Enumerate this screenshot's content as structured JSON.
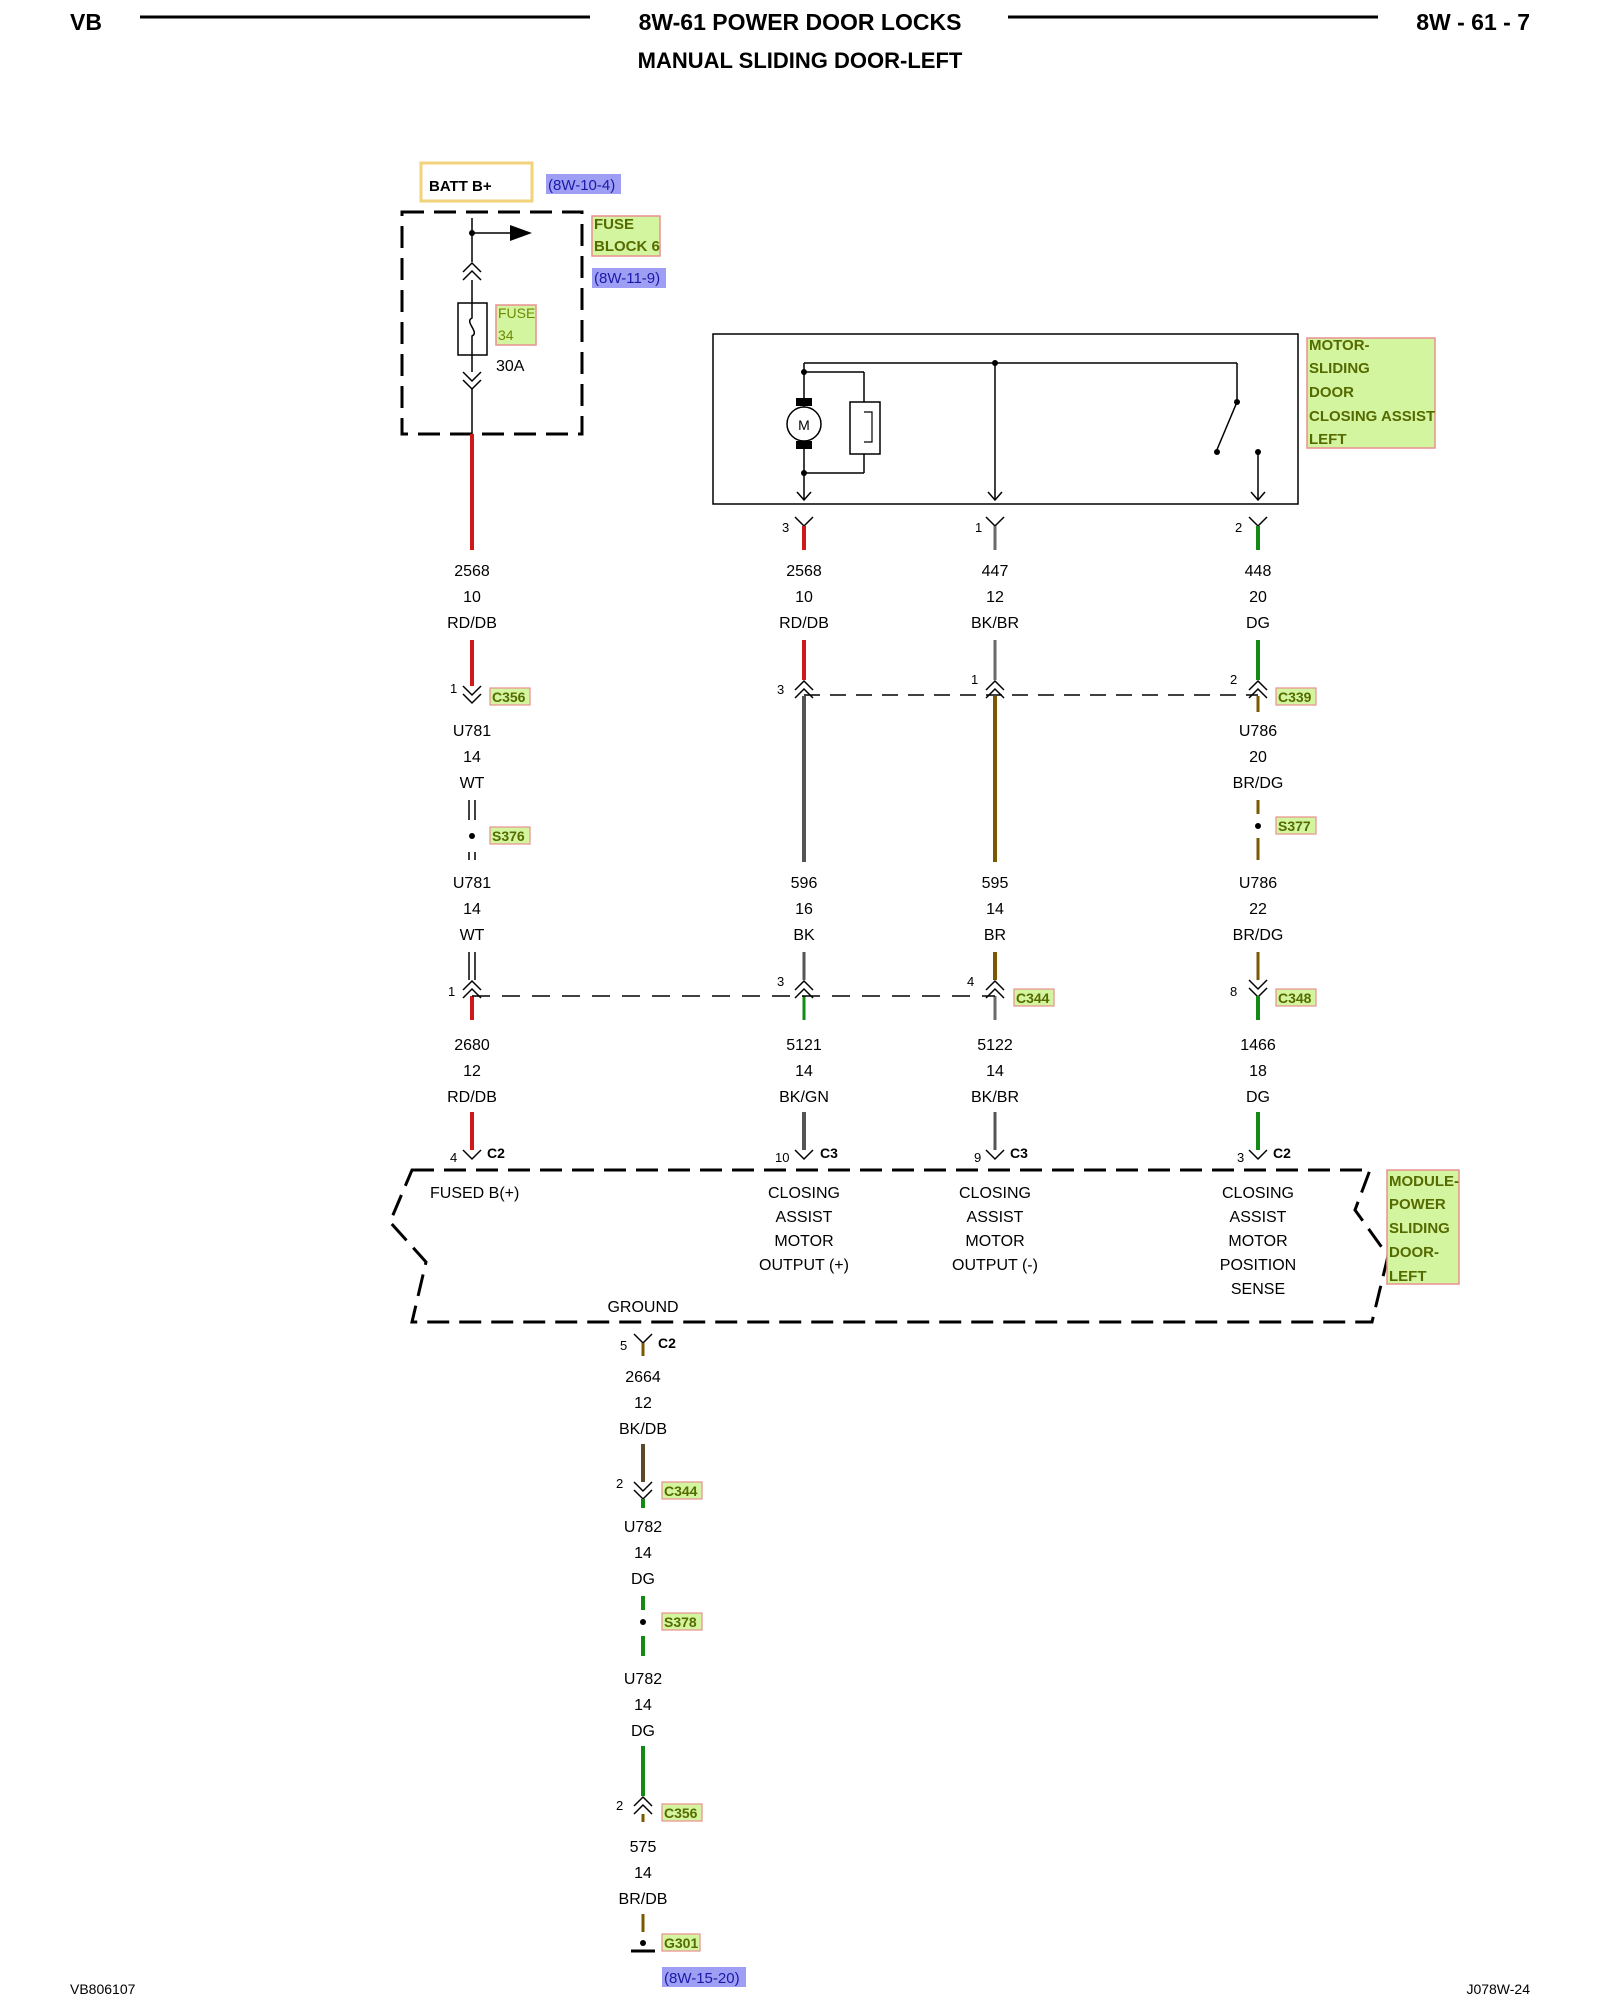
{
  "header": {
    "left": "VB",
    "title": "8W-61 POWER DOOR LOCKS",
    "page": "8W - 61 - 7",
    "subtitle": "MANUAL SLIDING DOOR-LEFT"
  },
  "footer": {
    "left": "VB806107",
    "right": "J078W-24"
  },
  "colors": {
    "red": "#d01818",
    "black": "#333333",
    "green": "#138a13",
    "brown": "#7a5a00",
    "gray": "#6a6a6a",
    "label_bg": "#d4f5a0",
    "label_border": "#e89090",
    "xref_bg": "#9e9ef5",
    "batt_border": "#f2d27a"
  },
  "batt": {
    "label": "BATT B+",
    "xref": "(8W-10-4)"
  },
  "fuse_block": {
    "line1": "FUSE",
    "line2": "BLOCK 6",
    "xref": "(8W-11-9)",
    "fuse_label_1": "FUSE",
    "fuse_label_2": "34",
    "rating": "30A"
  },
  "motor": {
    "lines": [
      "MOTOR-",
      "SLIDING",
      "DOOR",
      "CLOSING ASSIST",
      "LEFT"
    ],
    "symbol": "M"
  },
  "motor_pins": [
    "3",
    "1",
    "2"
  ],
  "module": {
    "lines": [
      "MODULE-",
      "POWER",
      "SLIDING",
      "DOOR-",
      "LEFT"
    ],
    "fused": "FUSED B(+)",
    "out_pos": [
      "CLOSING",
      "ASSIST",
      "MOTOR",
      "OUTPUT (+)"
    ],
    "out_neg": [
      "CLOSING",
      "ASSIST",
      "MOTOR",
      "OUTPUT (-)"
    ],
    "sense": [
      "CLOSING",
      "ASSIST",
      "MOTOR",
      "POSITION",
      "SENSE"
    ],
    "ground": "GROUND"
  },
  "wires": {
    "c1_top": [
      "2568",
      "10",
      "RD/DB"
    ],
    "c2_top": [
      "2568",
      "10",
      "RD/DB"
    ],
    "c3_top": [
      "447",
      "12",
      "BK/BR"
    ],
    "c4_top": [
      "448",
      "20",
      "DG"
    ],
    "c1_mid1": [
      "U781",
      "14",
      "WT"
    ],
    "c4_mid1": [
      "U786",
      "20",
      "BR/DG"
    ],
    "c1_mid2": [
      "U781",
      "14",
      "WT"
    ],
    "c2_mid2": [
      "596",
      "16",
      "BK"
    ],
    "c3_mid2": [
      "595",
      "14",
      "BR"
    ],
    "c4_mid2": [
      "U786",
      "22",
      "BR/DG"
    ],
    "c1_bot": [
      "2680",
      "12",
      "RD/DB"
    ],
    "c2_bot": [
      "5121",
      "14",
      "BK/GN"
    ],
    "c3_bot": [
      "5122",
      "14",
      "BK/BR"
    ],
    "c4_bot": [
      "1466",
      "18",
      "DG"
    ],
    "g_1": [
      "2664",
      "12",
      "BK/DB"
    ],
    "g_2": [
      "U782",
      "14",
      "DG"
    ],
    "g_3": [
      "U782",
      "14",
      "DG"
    ],
    "g_4": [
      "575",
      "14",
      "BR/DB"
    ]
  },
  "connectors": {
    "c356": "C356",
    "c339": "C339",
    "s376": "S376",
    "s377": "S377",
    "c344": "C344",
    "c348": "C348",
    "c356_pin": "1",
    "c339_pin_a": "3",
    "c339_pin_b": "1",
    "c339_pin_c": "2",
    "c344_pin_a": "1",
    "c344_pin_b": "3",
    "c344_pin_c": "4",
    "c348_pin": "8",
    "mod_c2": "C2",
    "mod_c3": "C3",
    "mod_pin_a": "4",
    "mod_pin_b": "10",
    "mod_pin_c": "9",
    "mod_pin_d": "3",
    "gnd_pin": "5",
    "gnd_conn": "C2",
    "g_c344_pin": "2",
    "g_c344": "C344",
    "g_s378": "S378",
    "g_c356_pin": "2",
    "g_c356": "C356",
    "g301": "G301",
    "g301_xref": "(8W-15-20)"
  }
}
